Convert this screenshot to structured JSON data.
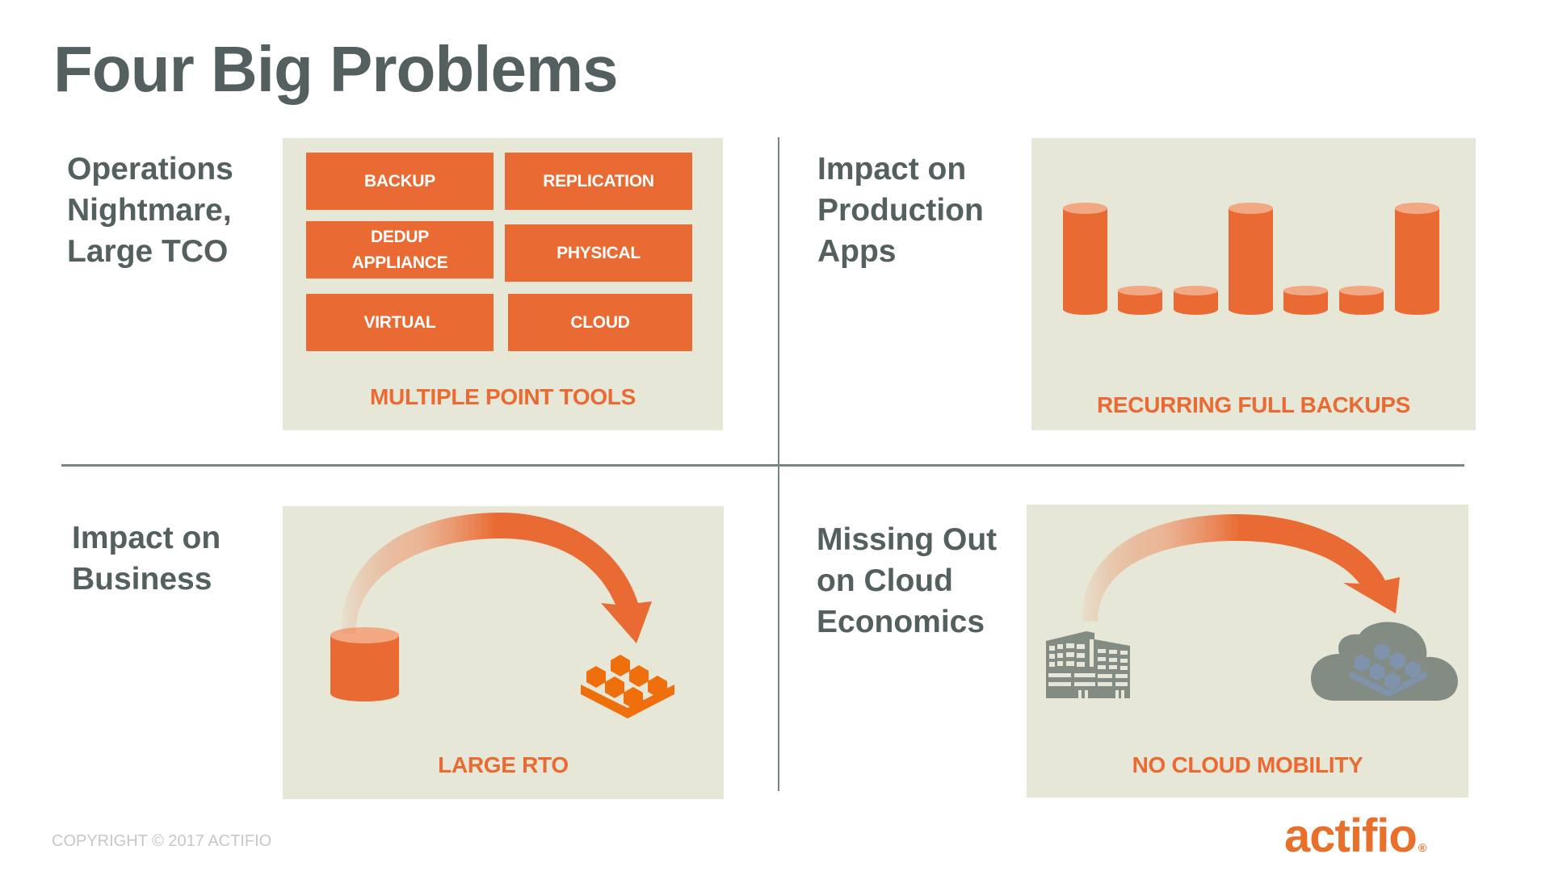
{
  "slide": {
    "title": "Four Big Problems",
    "copyright": "COPYRIGHT © 2017 ACTIFIO",
    "logo": {
      "text": "actifio",
      "mark": "®",
      "color": "#e8702a"
    }
  },
  "colors": {
    "heading": "#53605f",
    "accent_orange": "#e96a32",
    "cylinder_top": "#f2a882",
    "panel_bg": "#e7e7d7",
    "divider": "#778583",
    "icon_gray": "#838c83",
    "icon_blue": "#7f93ad",
    "copyright": "#c3c8c9"
  },
  "quadrants": [
    {
      "id": "operations",
      "heading_lines": [
        "Operations",
        "Nightmare,",
        "Large TCO"
      ],
      "caption": "MULTIPLE POINT TOOLS",
      "tools": [
        {
          "label": "BACKUP"
        },
        {
          "label": "REPLICATION"
        },
        {
          "label": "DEDUP\nAPPLIANCE",
          "line1": "DEDUP",
          "line2": "APPLIANCE"
        },
        {
          "label": "PHYSICAL"
        },
        {
          "label": "VIRTUAL"
        },
        {
          "label": "CLOUD"
        }
      ]
    },
    {
      "id": "production",
      "heading_lines": [
        "Impact on",
        "Production",
        "Apps"
      ],
      "caption": "RECURRING FULL BACKUPS",
      "cylinders": [
        "tall",
        "short",
        "short",
        "tall",
        "short",
        "short",
        "tall"
      ]
    },
    {
      "id": "business",
      "heading_lines": [
        "Impact on",
        "Business"
      ],
      "caption": "LARGE RTO",
      "icons": [
        "database-icon",
        "arrow-icon",
        "blocks-icon"
      ]
    },
    {
      "id": "cloud",
      "heading_lines": [
        "Missing Out",
        "on Cloud",
        "Economics"
      ],
      "caption": "NO CLOUD MOBILITY",
      "icons": [
        "building-icon",
        "arrow-icon",
        "cloud-blocks-icon"
      ]
    }
  ]
}
